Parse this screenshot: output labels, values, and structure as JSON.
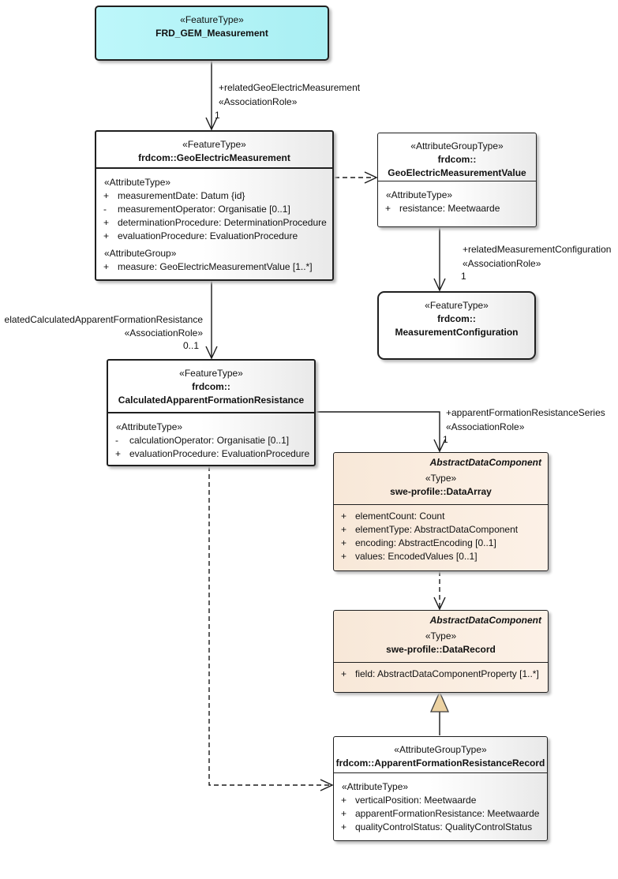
{
  "diagram_title": "FRD GEM Measurement UML model",
  "colors": {
    "feature_cyan": "#aff2f5",
    "box_gradient_gray": "#e9e9e9",
    "tan_left": "#f8e8d8",
    "tan_right": "#fcf1e7",
    "triangle_fill": "#ecd2a2",
    "line": "#1a1a1a"
  },
  "boxes": {
    "frd_gem": {
      "stereotype": "«FeatureType»",
      "name": "FRD_GEM_Measurement"
    },
    "gem": {
      "stereotype": "«FeatureType»",
      "name": "frdcom::GeoElectricMeasurement",
      "attr_header": "«AttributeType»",
      "attrs": [
        {
          "vis": "+",
          "text": "measurementDate: Datum {id}"
        },
        {
          "vis": "-",
          "text": "measurementOperator: Organisatie [0..1]"
        },
        {
          "vis": "+",
          "text": "determinationProcedure: DeterminationProcedure"
        },
        {
          "vis": "+",
          "text": "evaluationProcedure: EvaluationProcedure"
        }
      ],
      "group_header": "«AttributeGroup»",
      "group_attrs": [
        {
          "vis": "+",
          "text": "measure: GeoElectricMeasurementValue [1..*]"
        }
      ]
    },
    "gemv": {
      "stereotype": "«AttributeGroupType»",
      "name_line1": "frdcom::",
      "name_line2": "GeoElectricMeasurementValue",
      "attr_header": "«AttributeType»",
      "attrs": [
        {
          "vis": "+",
          "text": "resistance: Meetwaarde"
        }
      ]
    },
    "mc": {
      "stereotype": "«FeatureType»",
      "name_line1": "frdcom::",
      "name_line2": "MeasurementConfiguration"
    },
    "cafr": {
      "stereotype": "«FeatureType»",
      "name_line1": "frdcom::",
      "name_line2": "CalculatedApparentFormationResistance",
      "attr_header": "«AttributeType»",
      "attrs": [
        {
          "vis": "-",
          "text": "calculationOperator: Organisatie [0..1]"
        },
        {
          "vis": "+",
          "text": "evaluationProcedure: EvaluationProcedure"
        }
      ]
    },
    "data_array": {
      "parent": "AbstractDataComponent",
      "stereotype": "«Type»",
      "name": "swe-profile::DataArray",
      "attrs": [
        {
          "vis": "+",
          "text": "elementCount: Count"
        },
        {
          "vis": "+",
          "text": "elementType: AbstractDataComponent"
        },
        {
          "vis": "+",
          "text": "encoding: AbstractEncoding [0..1]"
        },
        {
          "vis": "+",
          "text": "values: EncodedValues [0..1]"
        }
      ]
    },
    "data_record": {
      "parent": "AbstractDataComponent",
      "stereotype": "«Type»",
      "name": "swe-profile::DataRecord",
      "attrs": [
        {
          "vis": "+",
          "text": "field: AbstractDataComponentProperty [1..*]"
        }
      ]
    },
    "afrr": {
      "stereotype": "«AttributeGroupType»",
      "name": "frdcom::ApparentFormationResistanceRecord",
      "attr_header": "«AttributeType»",
      "attrs": [
        {
          "vis": "+",
          "text": "verticalPosition: Meetwaarde"
        },
        {
          "vis": "+",
          "text": "apparentFormationResistance: Meetwaarde"
        },
        {
          "vis": "+",
          "text": "qualityControlStatus: QualityControlStatus"
        }
      ]
    }
  },
  "connectors": {
    "related_gem": {
      "role": "+relatedGeoElectricMeasurement",
      "stereotype": "«AssociationRole»",
      "multiplicity": "1"
    },
    "related_mc": {
      "role": "+relatedMeasurementConfiguration",
      "stereotype": "«AssociationRole»",
      "multiplicity": "1"
    },
    "related_cafr": {
      "role": "elatedCalculatedApparentFormationResistance",
      "stereotype": "«AssociationRole»",
      "multiplicity": "0..1"
    },
    "afr_series": {
      "role": "+apparentFormationResistanceSeries",
      "stereotype": "«AssociationRole»",
      "multiplicity": "1"
    }
  }
}
